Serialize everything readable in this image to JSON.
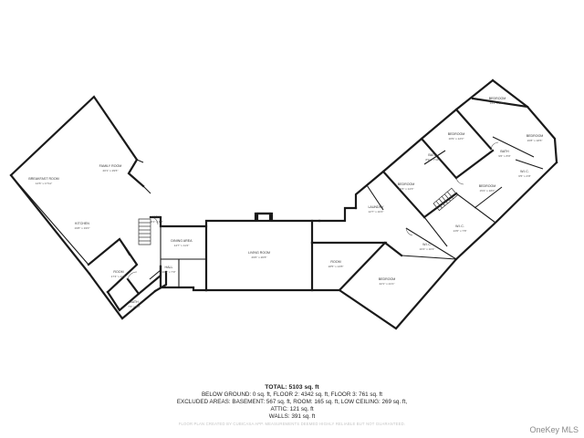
{
  "rooms": {
    "breakfast_room": {
      "label": "BREAKFAST ROOM",
      "dim": "14'6\" x 17'11\""
    },
    "family_room": {
      "label": "FAMILY ROOM",
      "dim": "20'1\" x 29'6\""
    },
    "kitchen": {
      "label": "KITCHEN",
      "dim": "19'8\" x 19'0\""
    },
    "room_left": {
      "label": "ROOM",
      "dim": "17'4\" x 11'8\""
    },
    "bath_left": {
      "label": "BATH",
      "dim": "7'3\" x 7'0\""
    },
    "hall_small": {
      "label": "HALL",
      "dim": "6'1\" x 4'3\""
    },
    "hall_main": {
      "label": "HALL",
      "dim": "10'1\" x 7'9\""
    },
    "dining_area": {
      "label": "DINING AREA",
      "dim": "14'7\" x 11'2\""
    },
    "living_room": {
      "label": "LIVING ROOM",
      "dim": "29'6\" x 20'8\""
    },
    "room_center": {
      "label": "ROOM",
      "dim": "18'5\" x 13'8\""
    },
    "bedroom_bottom": {
      "label": "BEDROOM",
      "dim": "22'1\" x 21'1\""
    },
    "laundry": {
      "label": "LAUNDRY",
      "dim": "12'7\" x 10'4\""
    },
    "bedroom_mid": {
      "label": "BEDROOM",
      "dim": "16'3\" x 14'3\""
    },
    "bath_mid": {
      "label": "BATH",
      "dim": "8'9\" x 7'10\""
    },
    "bedroom_upper": {
      "label": "BEDROOM",
      "dim": "16'9\" x 12'0\""
    },
    "bedroom_top": {
      "label": "BEDROOM",
      "dim": "14'2\" x 17'0\""
    },
    "bedroom_right": {
      "label": "BEDROOM",
      "dim": "16'8\" x 18'6\""
    },
    "bath_right": {
      "label": "BATH",
      "dim": "9'6\" x 8'9\""
    },
    "wic_right": {
      "label": "W.I.C.",
      "dim": "6'5\" x 4'8\""
    },
    "bedroom_lower_right": {
      "label": "BEDROOM",
      "dim": "15'2\" x 18'0\""
    },
    "wic_lower": {
      "label": "W.I.C.",
      "dim": "13'6\" x 7'8\""
    },
    "wic_mid": {
      "label": "W.I.C.",
      "dim": "10'4\" x 10'4\""
    }
  },
  "summary": {
    "total": "TOTAL: 5103 sq. ft",
    "line1": "BELOW GROUND: 0 sq. ft, FLOOR 2: 4342 sq. ft, FLOOR 3: 761 sq. ft",
    "line2": "EXCLUDED AREAS: BASEMENT: 567 sq. ft, ROOM: 165 sq. ft, LOW CEILING: 269 sq. ft,",
    "line3": "ATTIC: 121 sq. ft",
    "line4": "WALLS: 391 sq. ft"
  },
  "footnote": "FLOOR PLAN CREATED BY CUBICASA APP. MEASUREMENTS DEEMED HIGHLY RELIABLE BUT NOT GUARANTEED.",
  "brand": "OneKey MLS"
}
